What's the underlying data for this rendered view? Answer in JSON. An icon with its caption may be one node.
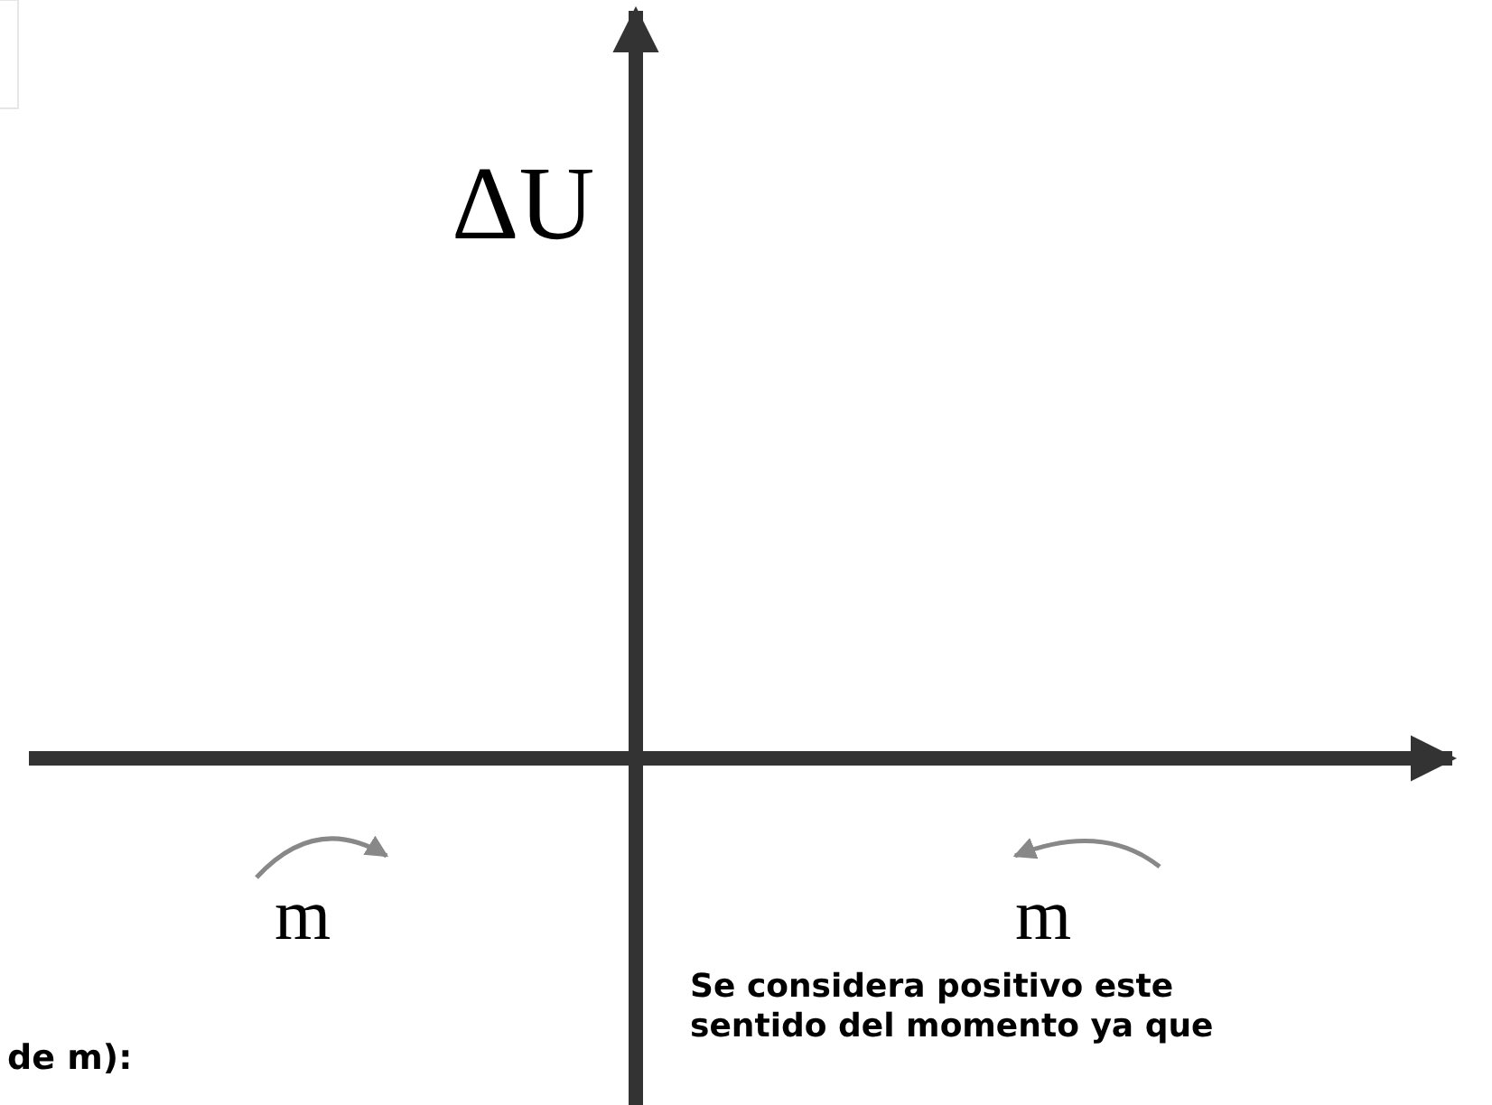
{
  "diagram": {
    "labels": [
      "ΔU",
      "m",
      "m",
      "de m):",
      "Se considera positivo este sentido del momento ya que"
    ]
  }
}
